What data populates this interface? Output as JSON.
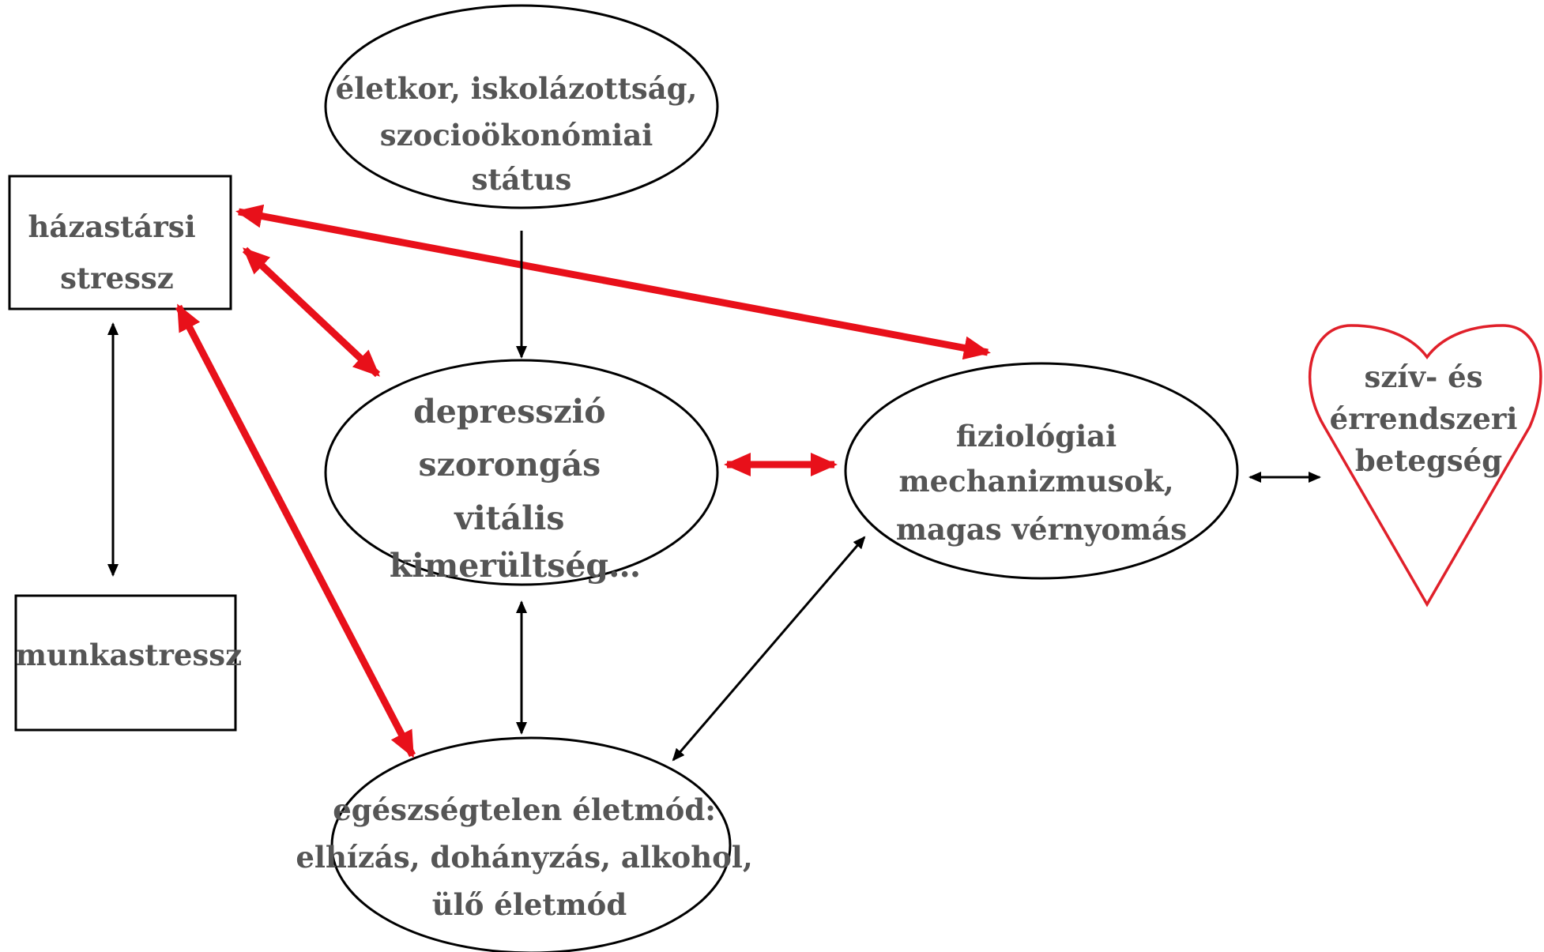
{
  "nodes": {
    "socio": {
      "lines": [
        "életkor, iskolázottság,",
        "szocioökonómiai",
        "státus"
      ]
    },
    "marital": {
      "lines": [
        "házastársi",
        "stressz"
      ]
    },
    "work": {
      "lines": [
        "munkastressz"
      ]
    },
    "psych": {
      "lines": [
        "depresszió",
        "szorongás",
        "vitális",
        "kimerültség…"
      ]
    },
    "physio": {
      "lines": [
        "fiziológiai",
        "mechanizmusok,",
        "magas vérnyomás"
      ]
    },
    "heart": {
      "lines": [
        "szív- és",
        "érrendszeri",
        "betegség"
      ]
    },
    "lifestyle": {
      "lines": [
        "egészségtelen életmód:",
        "elhízás, dohányzás, alkohol,",
        "ülő életmód"
      ]
    }
  },
  "colors": {
    "primary_arrow": "#e8101a",
    "secondary_arrow": "#000000",
    "heart_outline": "#e0202a",
    "text": "#555555"
  }
}
